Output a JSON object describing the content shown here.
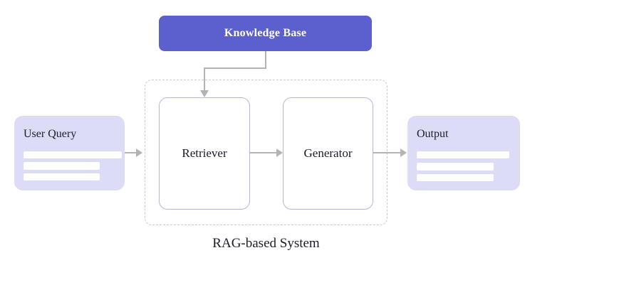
{
  "diagram": {
    "caption": "RAG-based System",
    "knowledge_base": {
      "label": "Knowledge Base"
    },
    "nodes": [
      {
        "label": "Retriever"
      },
      {
        "label": "Generator"
      }
    ],
    "user_query": {
      "label": "User Query",
      "skeleton_lines": 3
    },
    "output": {
      "label": "Output",
      "skeleton_lines": 3
    },
    "connections": [
      {
        "from": "Knowledge Base",
        "to": "Retriever"
      },
      {
        "from": "User Query",
        "to": "RAG-based System"
      },
      {
        "from": "Retriever",
        "to": "Generator"
      },
      {
        "from": "Generator",
        "to": "Output"
      }
    ]
  },
  "theme": {
    "kb-fill": "#5c60ce",
    "kb-text": "#ffffff",
    "card-fill": "#dcdcf7",
    "node-fill": "#ffffff",
    "node-border": "#b5b6d9",
    "line": "#b3b3b3",
    "dash": "#c9c9c9",
    "text-dark": "#1b1e28",
    "skeleton": "#ffffff",
    "canvas-bg": "#ffffff"
  }
}
